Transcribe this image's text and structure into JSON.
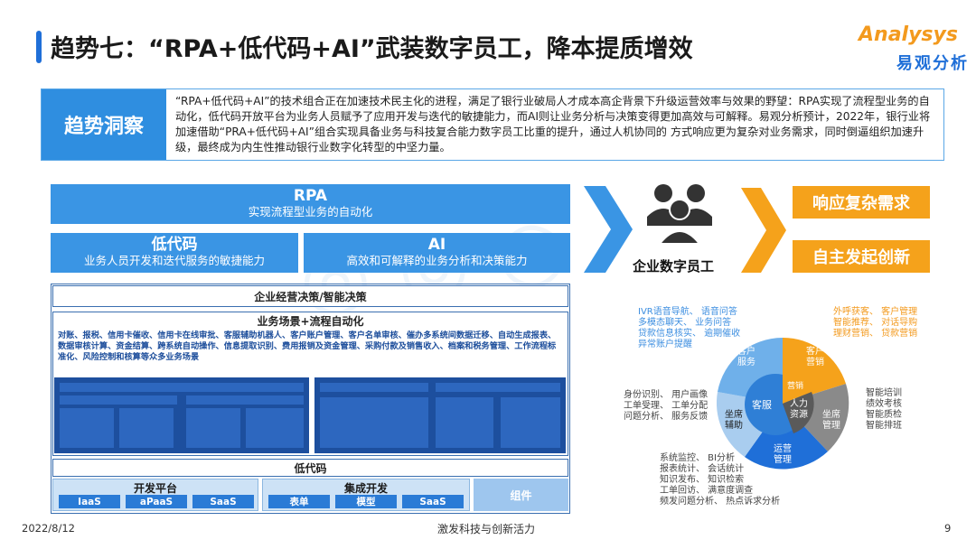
{
  "title": "趋势七：“RPA+低代码+AI”武装数字员工，降本提质增效",
  "logo": {
    "en": "Analysys",
    "cn": "易观分析"
  },
  "insight": {
    "label": "趋势洞察",
    "text": "“RPA+低代码+AI”的技术组合正在加速技术民主化的进程，满足了银行业破局人才成本高企背景下升级运营效率与效果的野望：RPA实现了流程型业务的自动化，低代码开放平台为业务人员赋予了应用开发与迭代的敏捷能力，而AI则让业务分析与决策变得更加高效与可解释。易观分析预计，2022年，银行业将加速借助“PRA+低代码+AI”组合实现具备业务与科技复合能力数字员工比重的提升，通过人机协同的 方式响应更为复杂对业务需求，同时倒逼组织加速升级，最终成为内生性推动银行业数字化转型的中坚力量。"
  },
  "bands": {
    "rpa": {
      "title": "RPA",
      "sub": "实现流程型业务的自动化"
    },
    "lowcode": {
      "title": "低代码",
      "sub": "业务人员开发和迭代服务的敏捷能力"
    },
    "ai": {
      "title": "AI",
      "sub": "高效和可解释的业务分析和决策能力"
    }
  },
  "digital_employee": "企业数字员工",
  "outcomes": [
    "响应复杂需求",
    "自主发起创新"
  ],
  "stack": {
    "decision": "企业经营决策/智能决策",
    "scene_title": "业务场景+流程自动化",
    "scene_text": "对账、报税、信用卡催收、信用卡在线审批、客服辅助机器人、客户账户管理、客户名单审核、催办多系统间数据迁移、自动生成报表、数据审核计算、资金结算、跨系统自动操作、信息提取识别、费用报销及资金管理、采购付款及销售收入、档案和税务管理、工作流程标准化、风险控制和核算等众多业务场景",
    "lowcode": "低代码",
    "dev_platform": {
      "title": "开发平台",
      "chips": [
        "IaaS",
        "aPaaS",
        "SaaS"
      ]
    },
    "integration": {
      "title": "集成开发",
      "chips": [
        "表单",
        "模型",
        "SaaS"
      ]
    },
    "components": "组件"
  },
  "wheel": {
    "center": "客服",
    "center2": "人力资源",
    "inner_sales": "营销",
    "segments": [
      "客户服务",
      "客户营销",
      "坐席管理",
      "运营管理",
      "坐席辅助"
    ]
  },
  "annotations": {
    "top_left": [
      "IVR语音导航、 语音问答",
      "多模态聊天、 业务问答",
      "贷款信息核实、 逾期催收",
      "异常账户提醒"
    ],
    "top_right": [
      "外呼获客、 客户管理",
      "智能推荐、 对话导购",
      "理财营销、 贷款营销"
    ],
    "left": [
      "身份识别、 用户画像",
      "工单受理、 工单分配",
      "问题分析、 服务反馈"
    ],
    "right": [
      "智能培训",
      "绩效考核",
      "智能质检",
      "智能排班"
    ],
    "bottom": [
      "系统监控、 BI分析",
      "报表统计、 会话统计",
      "知识发布、 知识检索",
      "工单回访、 满意度调查",
      "频发问题分析、 热点诉求分析"
    ]
  },
  "colors": {
    "blue": "#3a95e4",
    "orange": "#f5a21b",
    "dark_blue": "#1d4f9e"
  },
  "footer": {
    "date": "2022/8/12",
    "center": "激发科技与创新活力",
    "page": "9"
  }
}
